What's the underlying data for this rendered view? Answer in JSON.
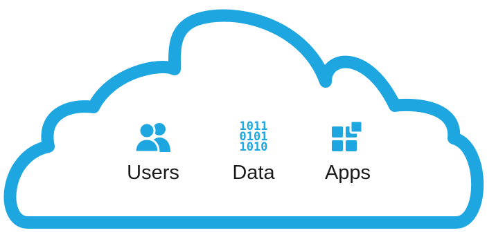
{
  "colors": {
    "cloud_outline": "#1DA6DF",
    "icon": "#1DA6DF",
    "label_text": "#1a1a1a",
    "background": "#ffffff"
  },
  "items": [
    {
      "icon": "users-icon",
      "label": "Users"
    },
    {
      "icon": "binary-data-icon",
      "label": "Data",
      "binary_lines": [
        "1011",
        "0101",
        "1010"
      ]
    },
    {
      "icon": "apps-grid-icon",
      "label": "Apps"
    }
  ]
}
